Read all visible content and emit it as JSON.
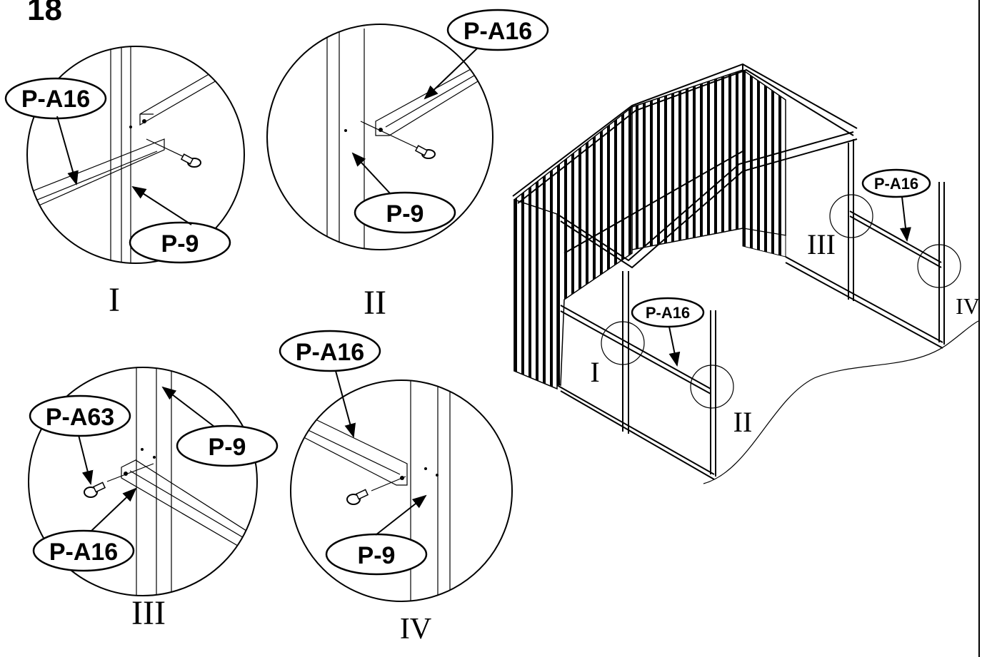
{
  "step_number": "18",
  "details": {
    "I": {
      "roman": "I",
      "label_a16": "P-A16",
      "label_p9": "P-9"
    },
    "II": {
      "roman": "II",
      "label_a16": "P-A16",
      "label_p9": "P-9"
    },
    "III": {
      "roman": "III",
      "label_a63": "P-A63",
      "label_p9": "P-9",
      "label_a16": "P-A16"
    },
    "IV": {
      "roman": "IV",
      "label_a16": "P-A16",
      "label_p9": "P-9"
    }
  },
  "overview": {
    "label_front": "P-A16",
    "label_side": "P-A16",
    "marker_I": "I",
    "marker_II": "II",
    "marker_III": "III",
    "marker_IV": "IV"
  }
}
